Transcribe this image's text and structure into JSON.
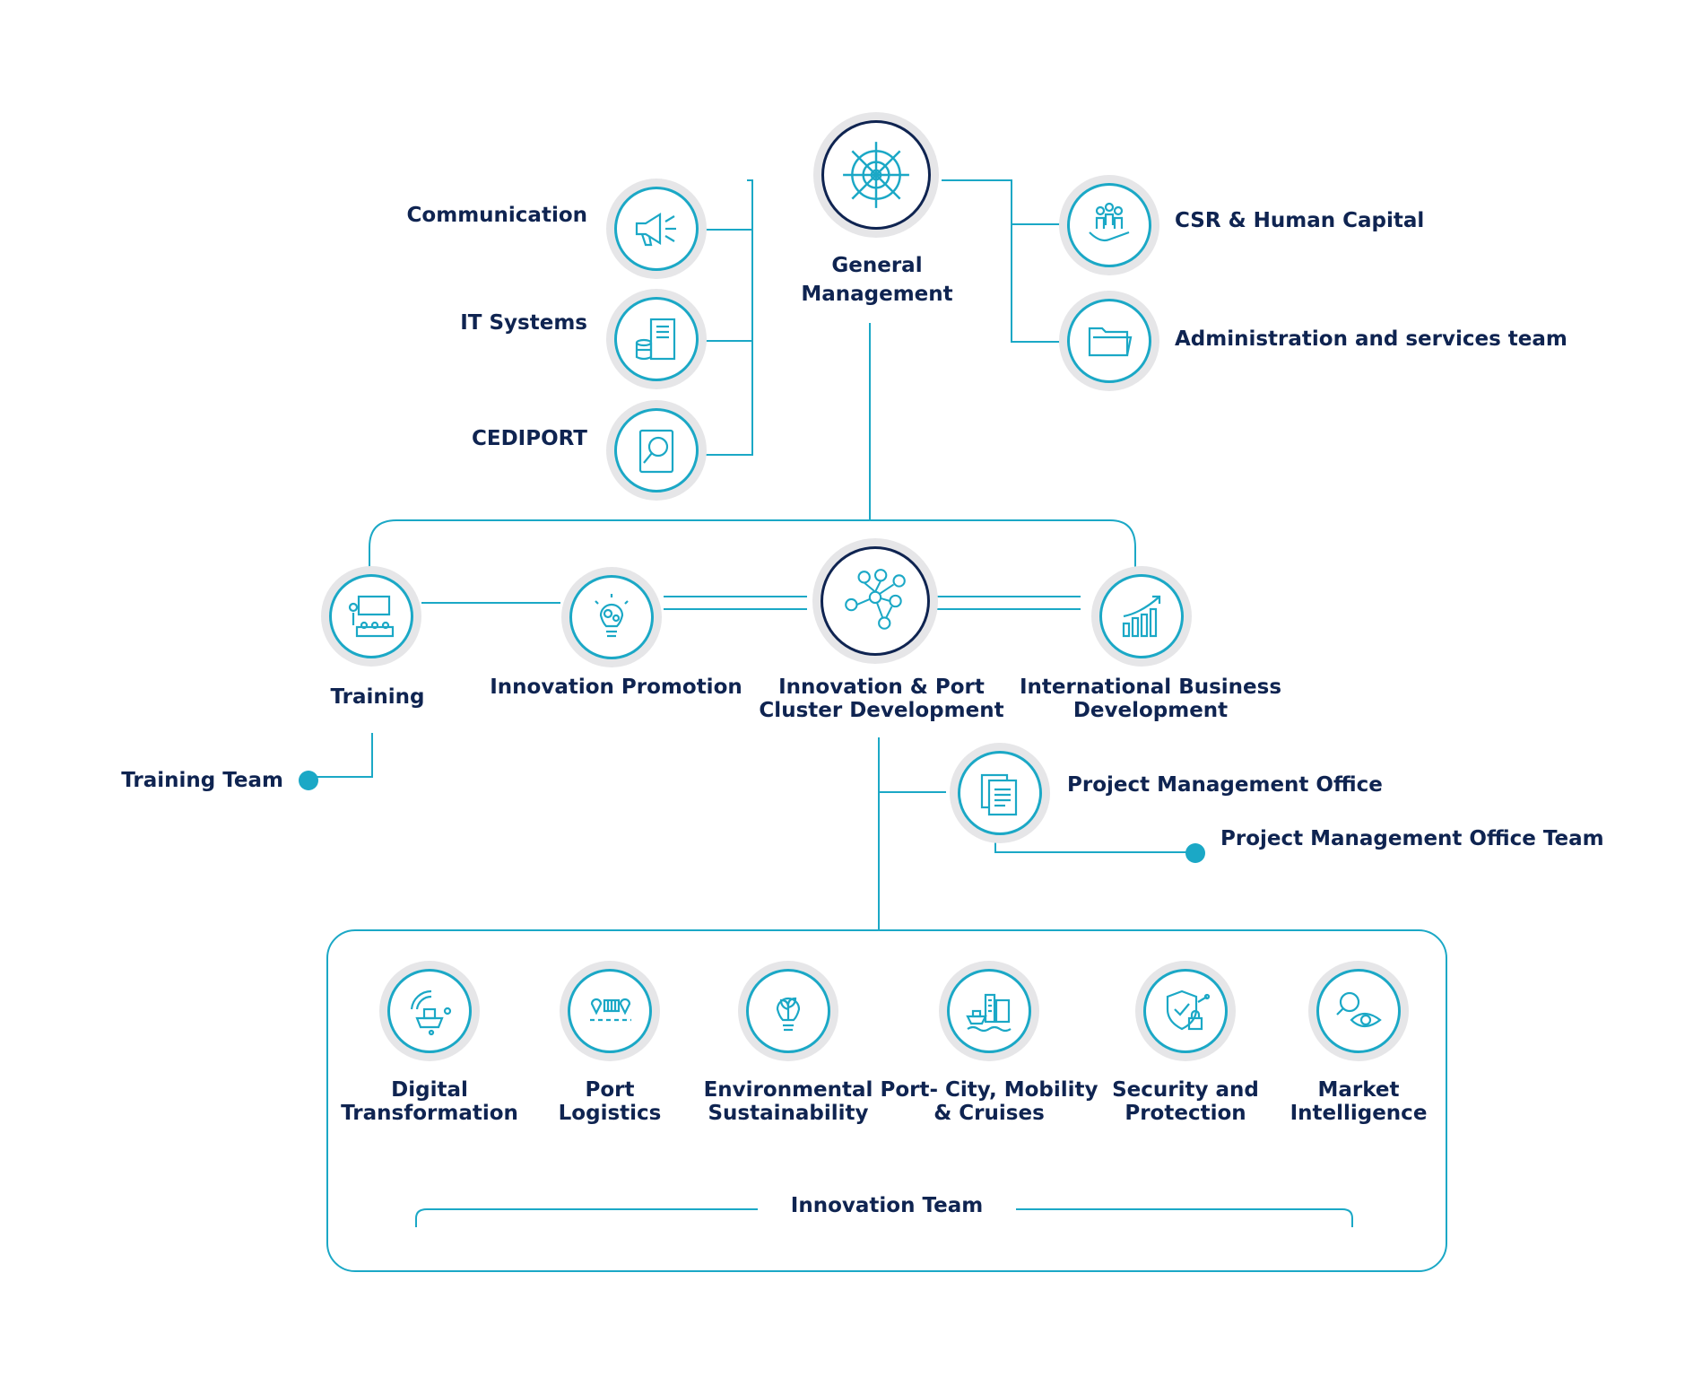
{
  "colors": {
    "accent": "#1ba8c6",
    "navy": "#0f2451",
    "ring": "#e6e6e8"
  },
  "general_management": {
    "label": "General Management",
    "icon": "ship-wheel-icon"
  },
  "left_units": [
    {
      "label": "Communication",
      "icon": "megaphone-icon"
    },
    {
      "label": "IT Systems",
      "icon": "server-icon"
    },
    {
      "label": "CEDIPORT",
      "icon": "document-search-icon"
    }
  ],
  "right_units": [
    {
      "label": "CSR & Human Capital",
      "icon": "people-hand-icon"
    },
    {
      "label": "Administration and services team",
      "icon": "folder-icon"
    }
  ],
  "departments": [
    {
      "label": "Training",
      "icon": "presentation-icon"
    },
    {
      "label": "Innovation Promotion",
      "icon": "lightbulb-gears-icon"
    },
    {
      "label": "Innovation & Port Cluster Development",
      "line1": "Innovation & Port",
      "line2": "Cluster Development",
      "icon": "network-people-icon"
    },
    {
      "label": "International Business Development",
      "line1": "International Business",
      "line2": "Development",
      "icon": "growth-chart-icon"
    }
  ],
  "training_team": "Training Team",
  "pmo": {
    "label": "Project Management Office",
    "icon": "documents-icon"
  },
  "pmo_team": "Project Management Office Team",
  "innovation_areas": [
    {
      "line1": "Digital",
      "line2": "Transformation",
      "icon": "digital-ship-icon"
    },
    {
      "line1": "Port",
      "line2": "Logistics",
      "icon": "container-route-icon"
    },
    {
      "line1": "Environmental",
      "line2": "Sustainability",
      "icon": "eco-bulb-icon"
    },
    {
      "line1": "Port- City, Mobility",
      "line2": "& Cruises",
      "icon": "port-city-icon"
    },
    {
      "line1": "Security and",
      "line2": "Protection",
      "icon": "shield-lock-icon"
    },
    {
      "line1": "Market",
      "line2": "Intelligence",
      "icon": "magnifier-eye-icon"
    }
  ],
  "innovation_team": "Innovation Team"
}
